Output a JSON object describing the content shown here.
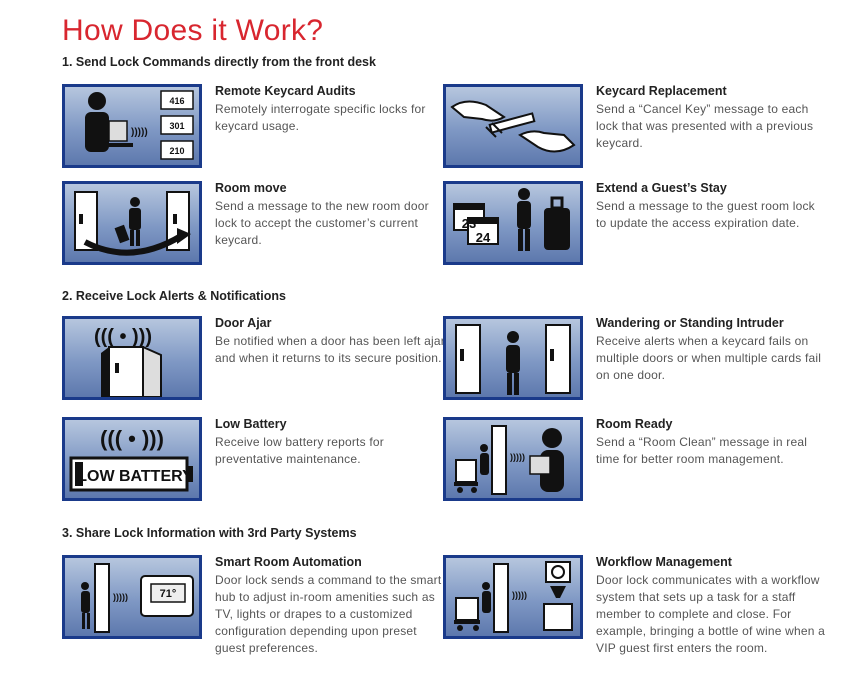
{
  "page": {
    "title": "How Does it Work?"
  },
  "sections": [
    {
      "label": "1. Send Lock Commands directly from the front desk"
    },
    {
      "label": "2. Receive Lock Alerts & Notifications"
    },
    {
      "label": "3. Share Lock Information with 3rd Party Systems"
    }
  ],
  "cards": [
    {
      "title": "Remote Keycard Audits",
      "body": "Remotely interrogate specific locks for keycard usage.",
      "image": "desk-agent-icon",
      "room_numbers": [
        "416",
        "301",
        "210"
      ]
    },
    {
      "title": "Keycard Replacement",
      "body": "Send a “Cancel Key” message to each lock that was presented with a previous keycard.",
      "image": "keycard-handoff-icon"
    },
    {
      "title": "Room move",
      "body": "Send a message to the new room door lock to accept the customer’s current keycard.",
      "image": "room-move-icon"
    },
    {
      "title": "Extend a Guest’s Stay",
      "body": "Send a message to the guest room lock to update the access expiration date.",
      "image": "calendar-luggage-icon",
      "calendar_days": [
        "23",
        "24"
      ]
    },
    {
      "title": "Door Ajar",
      "body": "Be notified when a door has been left ajar and when it returns to its secure position.",
      "image": "door-ajar-icon"
    },
    {
      "title": "Wandering or Standing Intruder",
      "body": "Receive alerts when a keycard fails on multiple doors or when multiple cards fail on one door.",
      "image": "intruder-icon"
    },
    {
      "title": "Low Battery",
      "body": "Receive low battery reports for preventative maintenance.",
      "image": "low-battery-icon",
      "battery_label": "LOW BATTERY"
    },
    {
      "title": "Room Ready",
      "body": "Send a “Room Clean” message in real time for better room management.",
      "image": "room-ready-icon"
    },
    {
      "title": "Smart Room Automation",
      "body": "Door lock sends a command to the smart hub to adjust in-room amenities such as TV, lights or drapes to a customized configuration depending upon preset guest preferences.",
      "image": "thermostat-icon",
      "thermostat_display": "71°"
    },
    {
      "title": "Workflow Management",
      "body": "Door lock communicates with a workflow system that sets up a task for a staff member to complete and close. For example, bringing a bottle of wine when a VIP guest first enters the room.",
      "image": "workflow-icon"
    }
  ]
}
